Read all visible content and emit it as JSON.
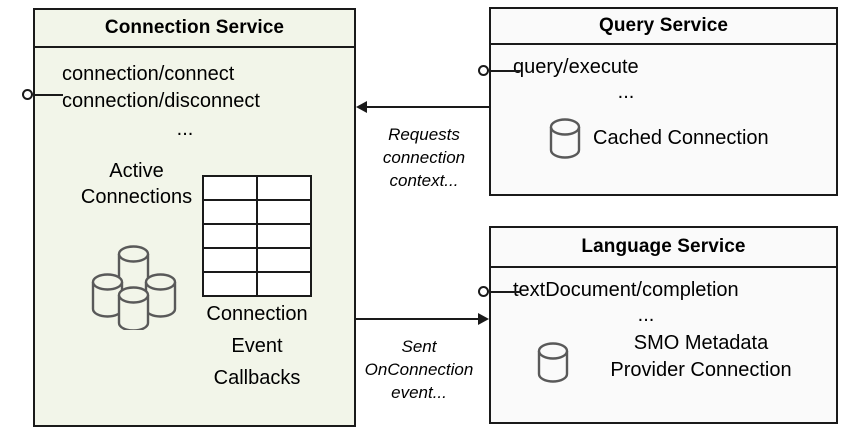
{
  "diagram": {
    "title": "Service component diagram",
    "colors": {
      "connection_service_fill": "#f2f5e9",
      "service_fill": "#fafafa",
      "stroke": "#1a1a1a",
      "cylinder_stroke": "#595959"
    }
  },
  "connection_service": {
    "title": "Connection Service",
    "interfaces": [
      "connection/connect",
      "connection/disconnect"
    ],
    "ellipsis": "...",
    "active_connections_label": "Active\nConnections",
    "active_connections_line1": "Active",
    "active_connections_line2": "Connections",
    "callbacks_line1": "Connection",
    "callbacks_line2": "Event",
    "callbacks_line3": "Callbacks",
    "table": {
      "rows": 5,
      "cols": 2
    },
    "cylinder_count": 4
  },
  "query_service": {
    "title": "Query Service",
    "interface": "query/execute",
    "ellipsis": "...",
    "cached_connection_label": "Cached Connection",
    "cylinder_count": 1
  },
  "language_service": {
    "title": "Language Service",
    "interface": "textDocument/completion",
    "ellipsis": "...",
    "provider_line1": "SMO Metadata",
    "provider_line2": "Provider Connection",
    "cylinder_count": 1
  },
  "connectors": [
    {
      "id": "query-to-connection",
      "direction": "left",
      "label_line1": "Requests",
      "label_line2": "connection",
      "label_line3": "context..."
    },
    {
      "id": "connection-to-language",
      "direction": "right",
      "label_line1": "Sent",
      "label_line2": "OnConnection",
      "label_line3": "event..."
    }
  ]
}
